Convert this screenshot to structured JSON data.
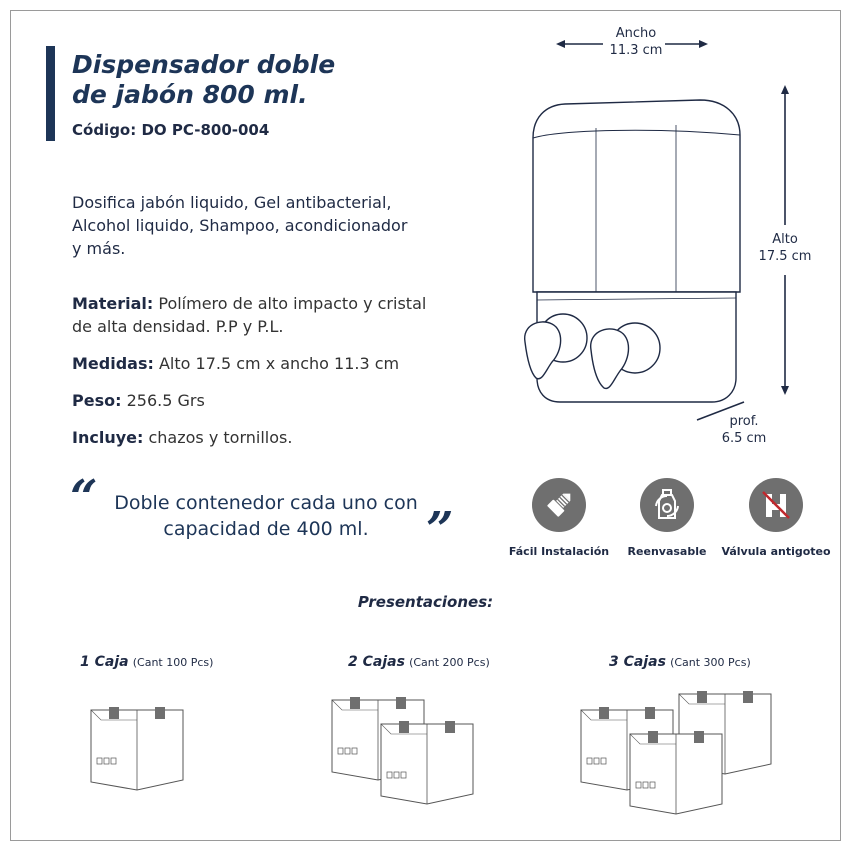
{
  "product": {
    "title_line1": "Dispensador doble",
    "title_line2": "de jabón 800 ml.",
    "code": "Código: DO PC-800-004",
    "description": "Dosifica jabón liquido, Gel antibacterial, Alcohol liquido, Shampoo, acondicionador y más."
  },
  "specs": {
    "material_label": "Material:",
    "material_value": " Polímero de alto impacto y cristal de alta densidad. P.P y P.L.",
    "medidas_label": "Medidas:",
    "medidas_value": " Alto 17.5 cm x ancho 11.3 cm",
    "peso_label": "Peso:",
    "peso_value": " 256.5 Grs",
    "incluye_label": "Incluye:",
    "incluye_value": " chazos y tornillos."
  },
  "quote": {
    "open": "“",
    "close": "”",
    "text": "Doble contenedor cada uno con capacidad de 400 ml."
  },
  "dimensions": {
    "ancho_label": "Ancho",
    "ancho_value": "11.3 cm",
    "alto_label": "Alto",
    "alto_value": "17.5 cm",
    "prof_label": "prof.",
    "prof_value": "6.5 cm"
  },
  "features": [
    {
      "label": "Fácil Instalación",
      "icon": "screw-icon"
    },
    {
      "label": "Reenvasable",
      "icon": "bottle-refill-icon"
    },
    {
      "label": "Válvula antigoteo",
      "icon": "no-drip-valve-icon"
    }
  ],
  "presentations": {
    "title": "Presentaciones:",
    "items": [
      {
        "name": "1 Caja",
        "count": "(Cant 100 Pcs)"
      },
      {
        "name": "2 Cajas",
        "count": "(Cant 200 Pcs)"
      },
      {
        "name": "3 Cajas",
        "count": "(Cant 300 Pcs)"
      }
    ]
  },
  "colors": {
    "navy": "#1d3557",
    "icon_gray": "#6f6f6f",
    "frame": "#9a9a9a"
  }
}
